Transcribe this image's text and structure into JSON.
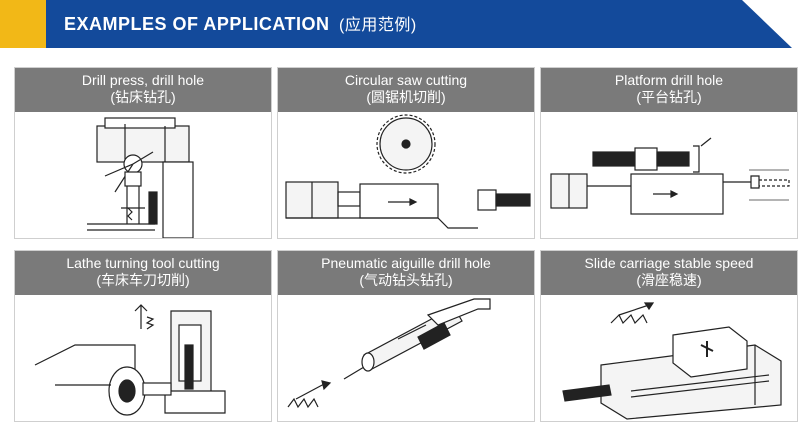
{
  "header": {
    "title": "EXAMPLES OF APPLICATION",
    "title_cn": "(应用范例)",
    "colors": {
      "accent": "#f2b817",
      "banner": "#134a9b",
      "card_header": "#7a7a7a"
    }
  },
  "cards": [
    {
      "title": "Drill press, drill hole",
      "subtitle": "(钻床钻孔)",
      "illustration": "drill-press-icon"
    },
    {
      "title": "Circular saw cutting",
      "subtitle": "(圆锯机切削)",
      "illustration": "circular-saw-icon"
    },
    {
      "title": "Platform drill hole",
      "subtitle": "(平台钻孔)",
      "illustration": "platform-drill-icon"
    },
    {
      "title": "Lathe turning tool cutting",
      "subtitle": "(车床车刀切削)",
      "illustration": "lathe-tool-icon"
    },
    {
      "title": "Pneumatic aiguille drill hole",
      "subtitle": "(气动钻头钻孔)",
      "illustration": "pneumatic-drill-icon"
    },
    {
      "title": "Slide carriage stable speed",
      "subtitle": "(滑座稳速)",
      "illustration": "slide-carriage-icon"
    }
  ]
}
